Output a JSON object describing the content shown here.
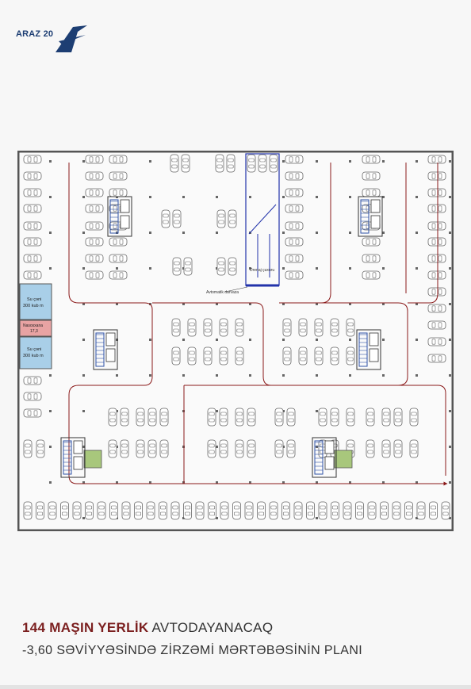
{
  "logo": {
    "text": "ARAZ 20",
    "brand_color": "#1d3e73"
  },
  "plan": {
    "labels": {
      "water_tank": "Su çəni",
      "water_tank_capacity": "300 kub m",
      "pump_room": "Nasosxana",
      "pump_room_area": "17,3",
      "drain_pit": "Drenaj çuxuru",
      "automatic_gate": "Avtomatik darvaza"
    },
    "colors": {
      "wall": "#555555",
      "route": "#8b1a1a",
      "ramp": "#2233aa",
      "water": "#a9cfe8",
      "pump": "#e8a3a3",
      "stairs": "#2f52a6",
      "room": "#a8c77c",
      "car": "#666666"
    }
  },
  "caption": {
    "line1_highlight": "144 MAŞIN YERLİK",
    "line1_rest": " AVTODAYANACAQ",
    "line2": "-3,60 SƏVİYYƏSİNDƏ ZİRZƏMİ MƏRTƏBƏSİNİN PLANI"
  }
}
